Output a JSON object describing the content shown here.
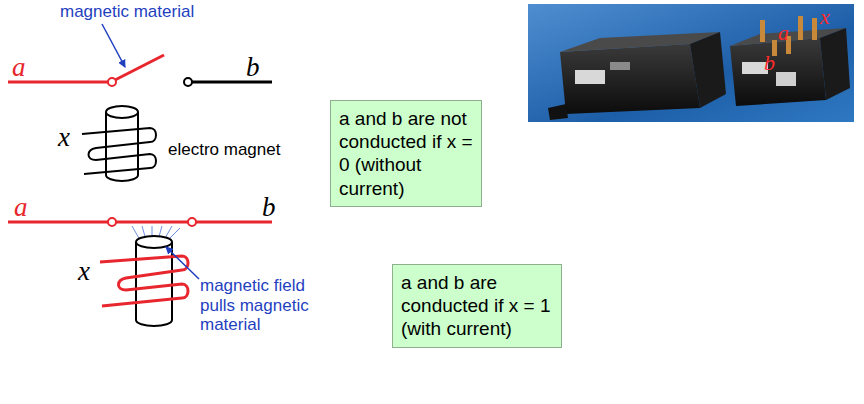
{
  "diagram": {
    "nodes": [
      {
        "text": [
          "a and b are not conducted if x = 0 (without current)"
        ]
      },
      {
        "text": [
          "a and b are conducted if x = 1 (with current)"
        ]
      }
    ],
    "labels": [
      "magnetic material",
      "a",
      "b",
      "x",
      "electro magnet",
      "a",
      "x",
      "b",
      "a",
      "b",
      "x",
      "magnetic field pulls magnetic material"
    ]
  }
}
